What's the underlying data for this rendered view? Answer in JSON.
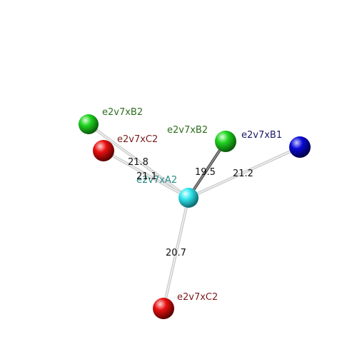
{
  "atoms": {
    "center": {
      "label": "e2v7xA2",
      "color": "#33e6ee"
    },
    "b2_left": {
      "label": "e2v7xB2",
      "color": "#1fd21f"
    },
    "c2_left": {
      "label": "e2v7xC2",
      "color": "#e81010"
    },
    "b2_right": {
      "label": "e2v7xB2",
      "color": "#1fd21f"
    },
    "b1": {
      "label": "e2v7xB1",
      "color": "#0a0ad8"
    },
    "c2_bottom": {
      "label": "e2v7xC2",
      "color": "#e81010"
    }
  },
  "label_colors": {
    "b": "#2e6e1e",
    "c": "#7a1c1c",
    "b1": "#1a1a66",
    "a": "#2a8a8a"
  },
  "distances": {
    "to_b2_left": "21.8",
    "to_c2_left": "21.1",
    "to_b2_right": "19.5",
    "to_b1": "21.2",
    "to_c2_bottom": "20.7"
  }
}
